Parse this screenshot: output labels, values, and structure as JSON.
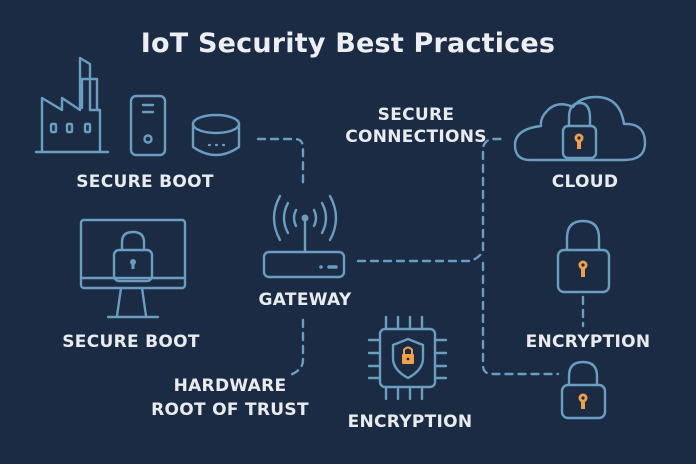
{
  "title": "IoT Security Best Practices",
  "colors": {
    "background": "#1b2b44",
    "stroke": "#6a9dc0",
    "accent": "#f0a04b",
    "text": "#e9ecef"
  },
  "nodes": {
    "devices": {
      "label": "SECURE BOOT",
      "icons": [
        "factory-icon",
        "server-tower-icon",
        "database-icon"
      ]
    },
    "monitor": {
      "label": "SECURE BOOT",
      "icon": "monitor-lock-icon"
    },
    "gateway": {
      "label": "GATEWAY",
      "icon": "wireless-router-icon"
    },
    "connections": {
      "label_line1": "SECURE",
      "label_line2": "CONNECTIONS"
    },
    "hardware": {
      "label_line1": "HARDWARE",
      "label_line2": "ROOT OF TRUST"
    },
    "chip": {
      "label": "ENCRYPTION",
      "icon": "chip-shield-lock-icon"
    },
    "cloud": {
      "label": "CLOUD",
      "icon": "cloud-lock-icon"
    },
    "lock_right": {
      "label": "ENCRYPTION",
      "icon": "padlock-icon"
    },
    "lock_bottom": {
      "icon": "padlock-icon"
    }
  }
}
